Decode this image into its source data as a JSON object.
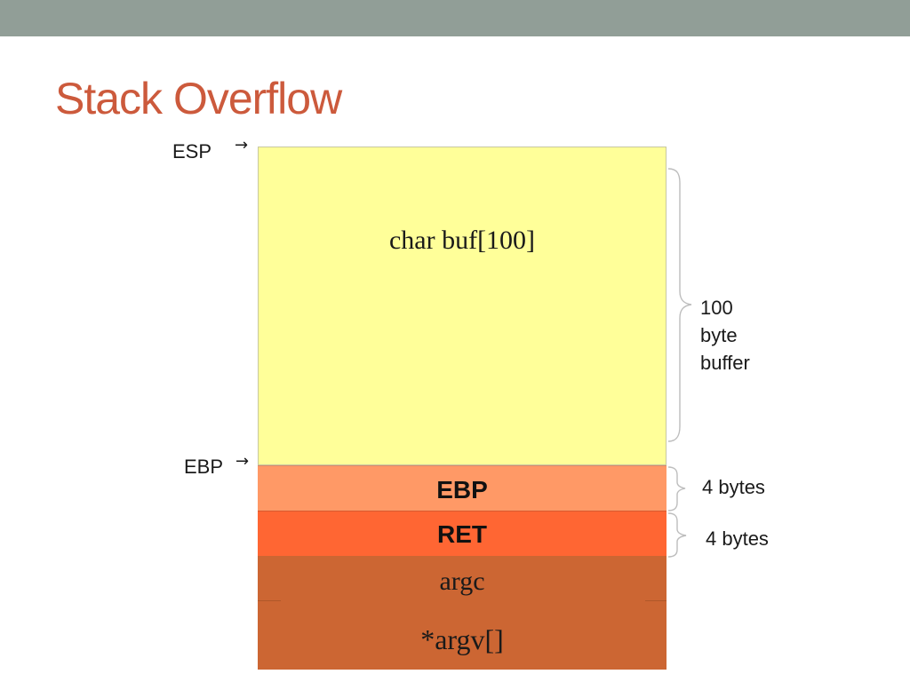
{
  "slide": {
    "title": "Stack Overflow"
  },
  "colors": {
    "top_bar": "#919e97",
    "title": "#cc5a3c",
    "buffer": "#ffff99",
    "saved_ebp": "#ff9966",
    "ret": "#ff6633",
    "args": "#cc6633"
  },
  "pointers": {
    "esp_label": "ESP",
    "ebp_label": "EBP",
    "arrow_glyph": "→"
  },
  "stack": {
    "buffer_label": "char buf[100]",
    "saved_ebp_label": "EBP",
    "ret_label": "RET",
    "argc_label": "argc",
    "argv_label": "*argv[]"
  },
  "annotations": {
    "buffer_size": [
      "100",
      "byte",
      "buffer"
    ],
    "ebp_size": "4 bytes",
    "ret_size": "4 bytes"
  }
}
